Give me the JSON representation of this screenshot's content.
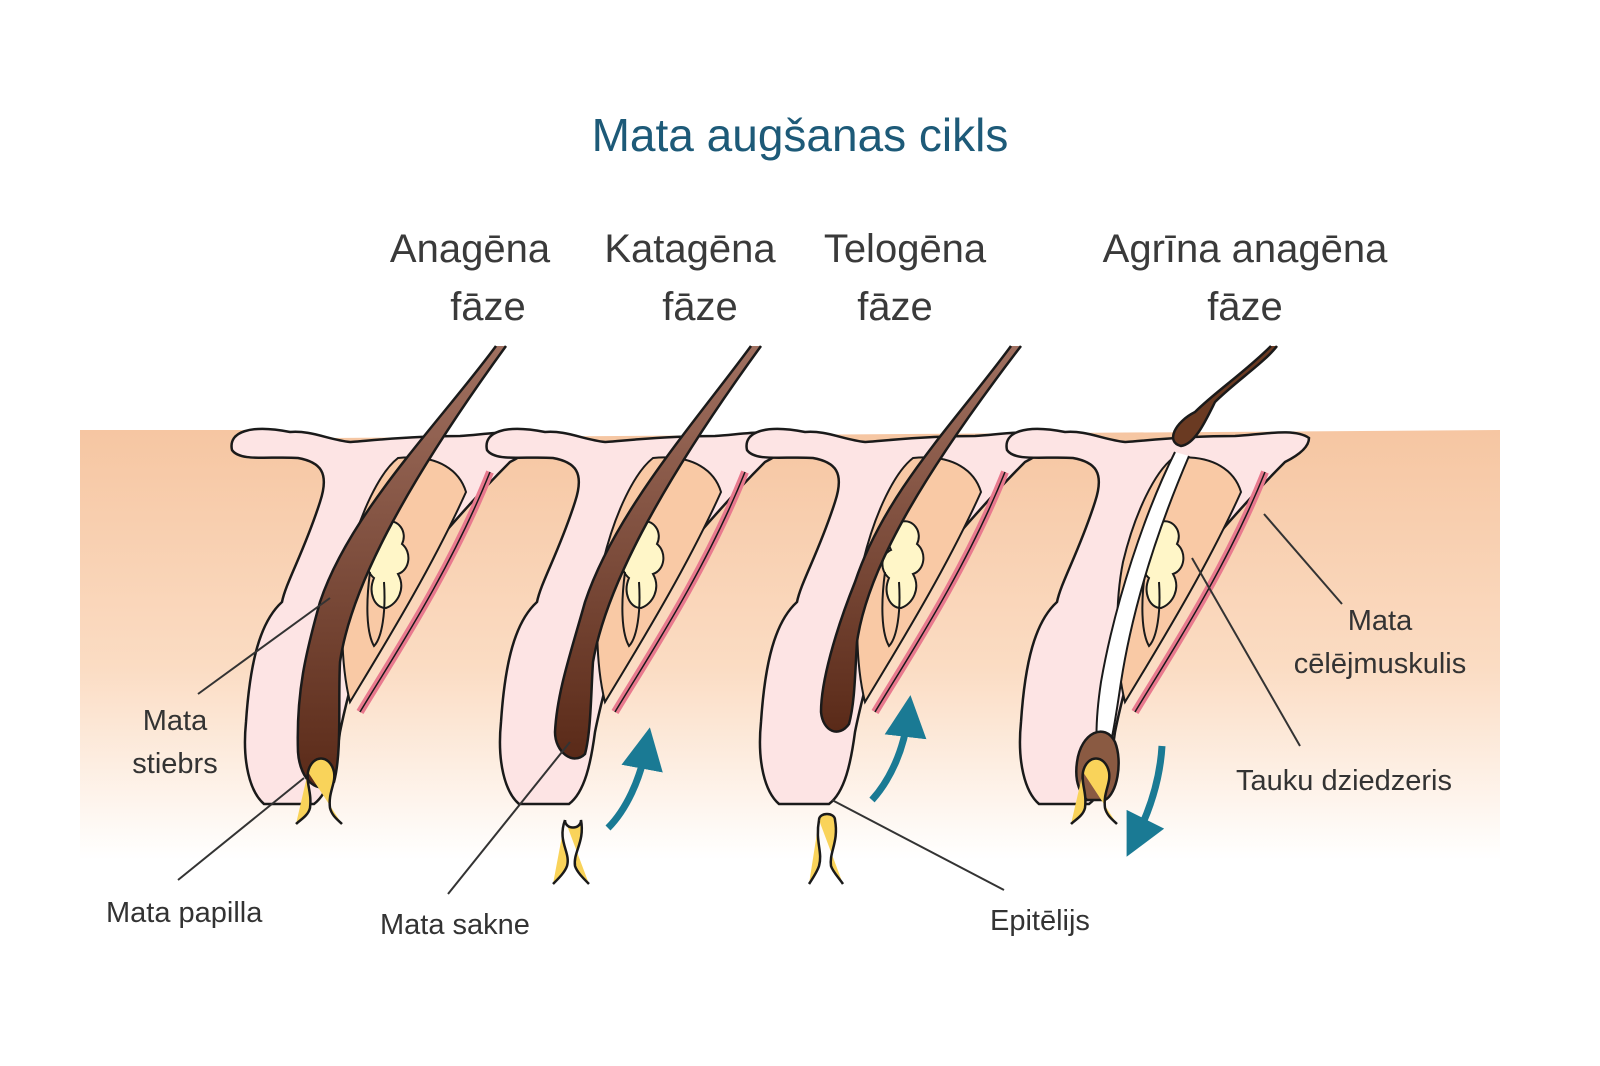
{
  "title": "Mata augšanas cikls",
  "phases": [
    {
      "line1": "Anagēna",
      "line2": "fāze"
    },
    {
      "line1": "Katagēna",
      "line2": "fāze"
    },
    {
      "line1": "Telogēna",
      "line2": "fāze"
    },
    {
      "line1": "Agrīna anagēna",
      "line2": "fāze"
    }
  ],
  "labels": {
    "hair_shaft": {
      "line1": "Mata",
      "line2": "stiebrs"
    },
    "papilla": "Mata papilla",
    "root": "Mata sakne",
    "epithelium": "Epitēlijs",
    "arrector": {
      "line1": "Mata",
      "line2": "cēlējmuskulis"
    },
    "sebaceous": "Tauku dziedzeris"
  },
  "colors": {
    "title": "#1d5a78",
    "skin": "#f7c9a6",
    "arrow": "#1a7a94",
    "hair": "#5a3020",
    "sheath": "#f4a9b8",
    "gland": "#fff3c0"
  }
}
